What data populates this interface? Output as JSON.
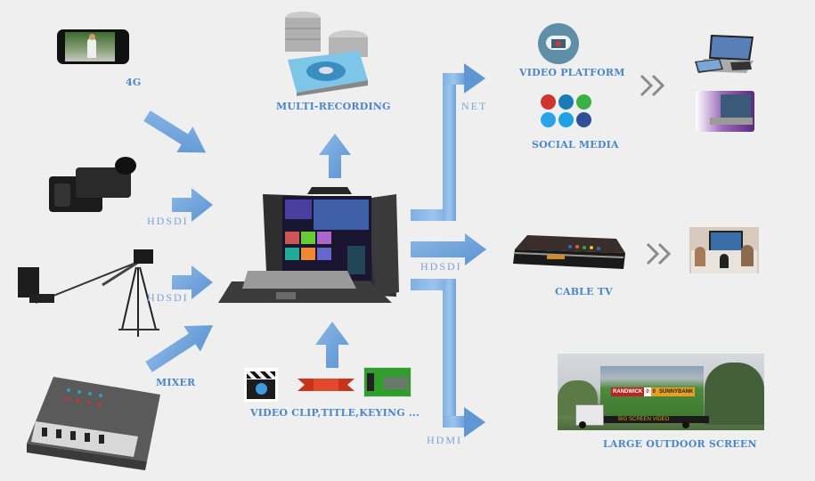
{
  "colors": {
    "background": "#efefef",
    "arrow": "#6a9fd8",
    "label": "#4a86c8",
    "connector_label": "#7aa4d4"
  },
  "inputs": [
    {
      "id": "4g",
      "device": "smartphone",
      "label": "4G"
    },
    {
      "id": "camcorder",
      "device": "camcorder",
      "link_label": "HDSDI"
    },
    {
      "id": "jib-crane",
      "device": "camera-jib-crane",
      "link_label": "HDSDI"
    },
    {
      "id": "mixer",
      "device": "audio-mixer",
      "label": "MIXER"
    }
  ],
  "center": {
    "device": "portable-rugged-switcher"
  },
  "top": {
    "device": "storage-hdd",
    "label": "MULTI-RECORDING"
  },
  "bottom": {
    "label": "VIDEO CLIP,TITLE,KEYING ...",
    "items": [
      "video-clip-icon",
      "title-banner-icon",
      "green-screen-keying-icon"
    ]
  },
  "outputs": [
    {
      "id": "net",
      "link_label": "NET",
      "targets": [
        {
          "label": "VIDEO PLATFORM",
          "icon": "cloud-video-icon"
        },
        {
          "label": "SOCIAL MEDIA",
          "icons": [
            "pinterest-icon",
            "linkedin-icon",
            "whatsapp-icon",
            "twitter-icon",
            "skype-icon",
            "facebook-icon"
          ]
        }
      ],
      "end_devices": [
        "laptop-tablets",
        "laptop-streaming"
      ]
    },
    {
      "id": "hdsdi",
      "link_label": "HDSDI",
      "target": {
        "label": "CABLE TV",
        "device": "set-top-box"
      },
      "end_devices": [
        "living-room-tv"
      ]
    },
    {
      "id": "hdmi",
      "link_label": "HDMI",
      "target": {
        "label": "LARGE OUTDOOR SCREEN",
        "device": "led-screen-truck"
      }
    }
  ],
  "scoreboard": {
    "team_a": "RANDWICK",
    "score_a": "0",
    "score_b": "0",
    "team_b": "SUNNYBANK",
    "banner": "BIG SCREEN VIDEO"
  }
}
